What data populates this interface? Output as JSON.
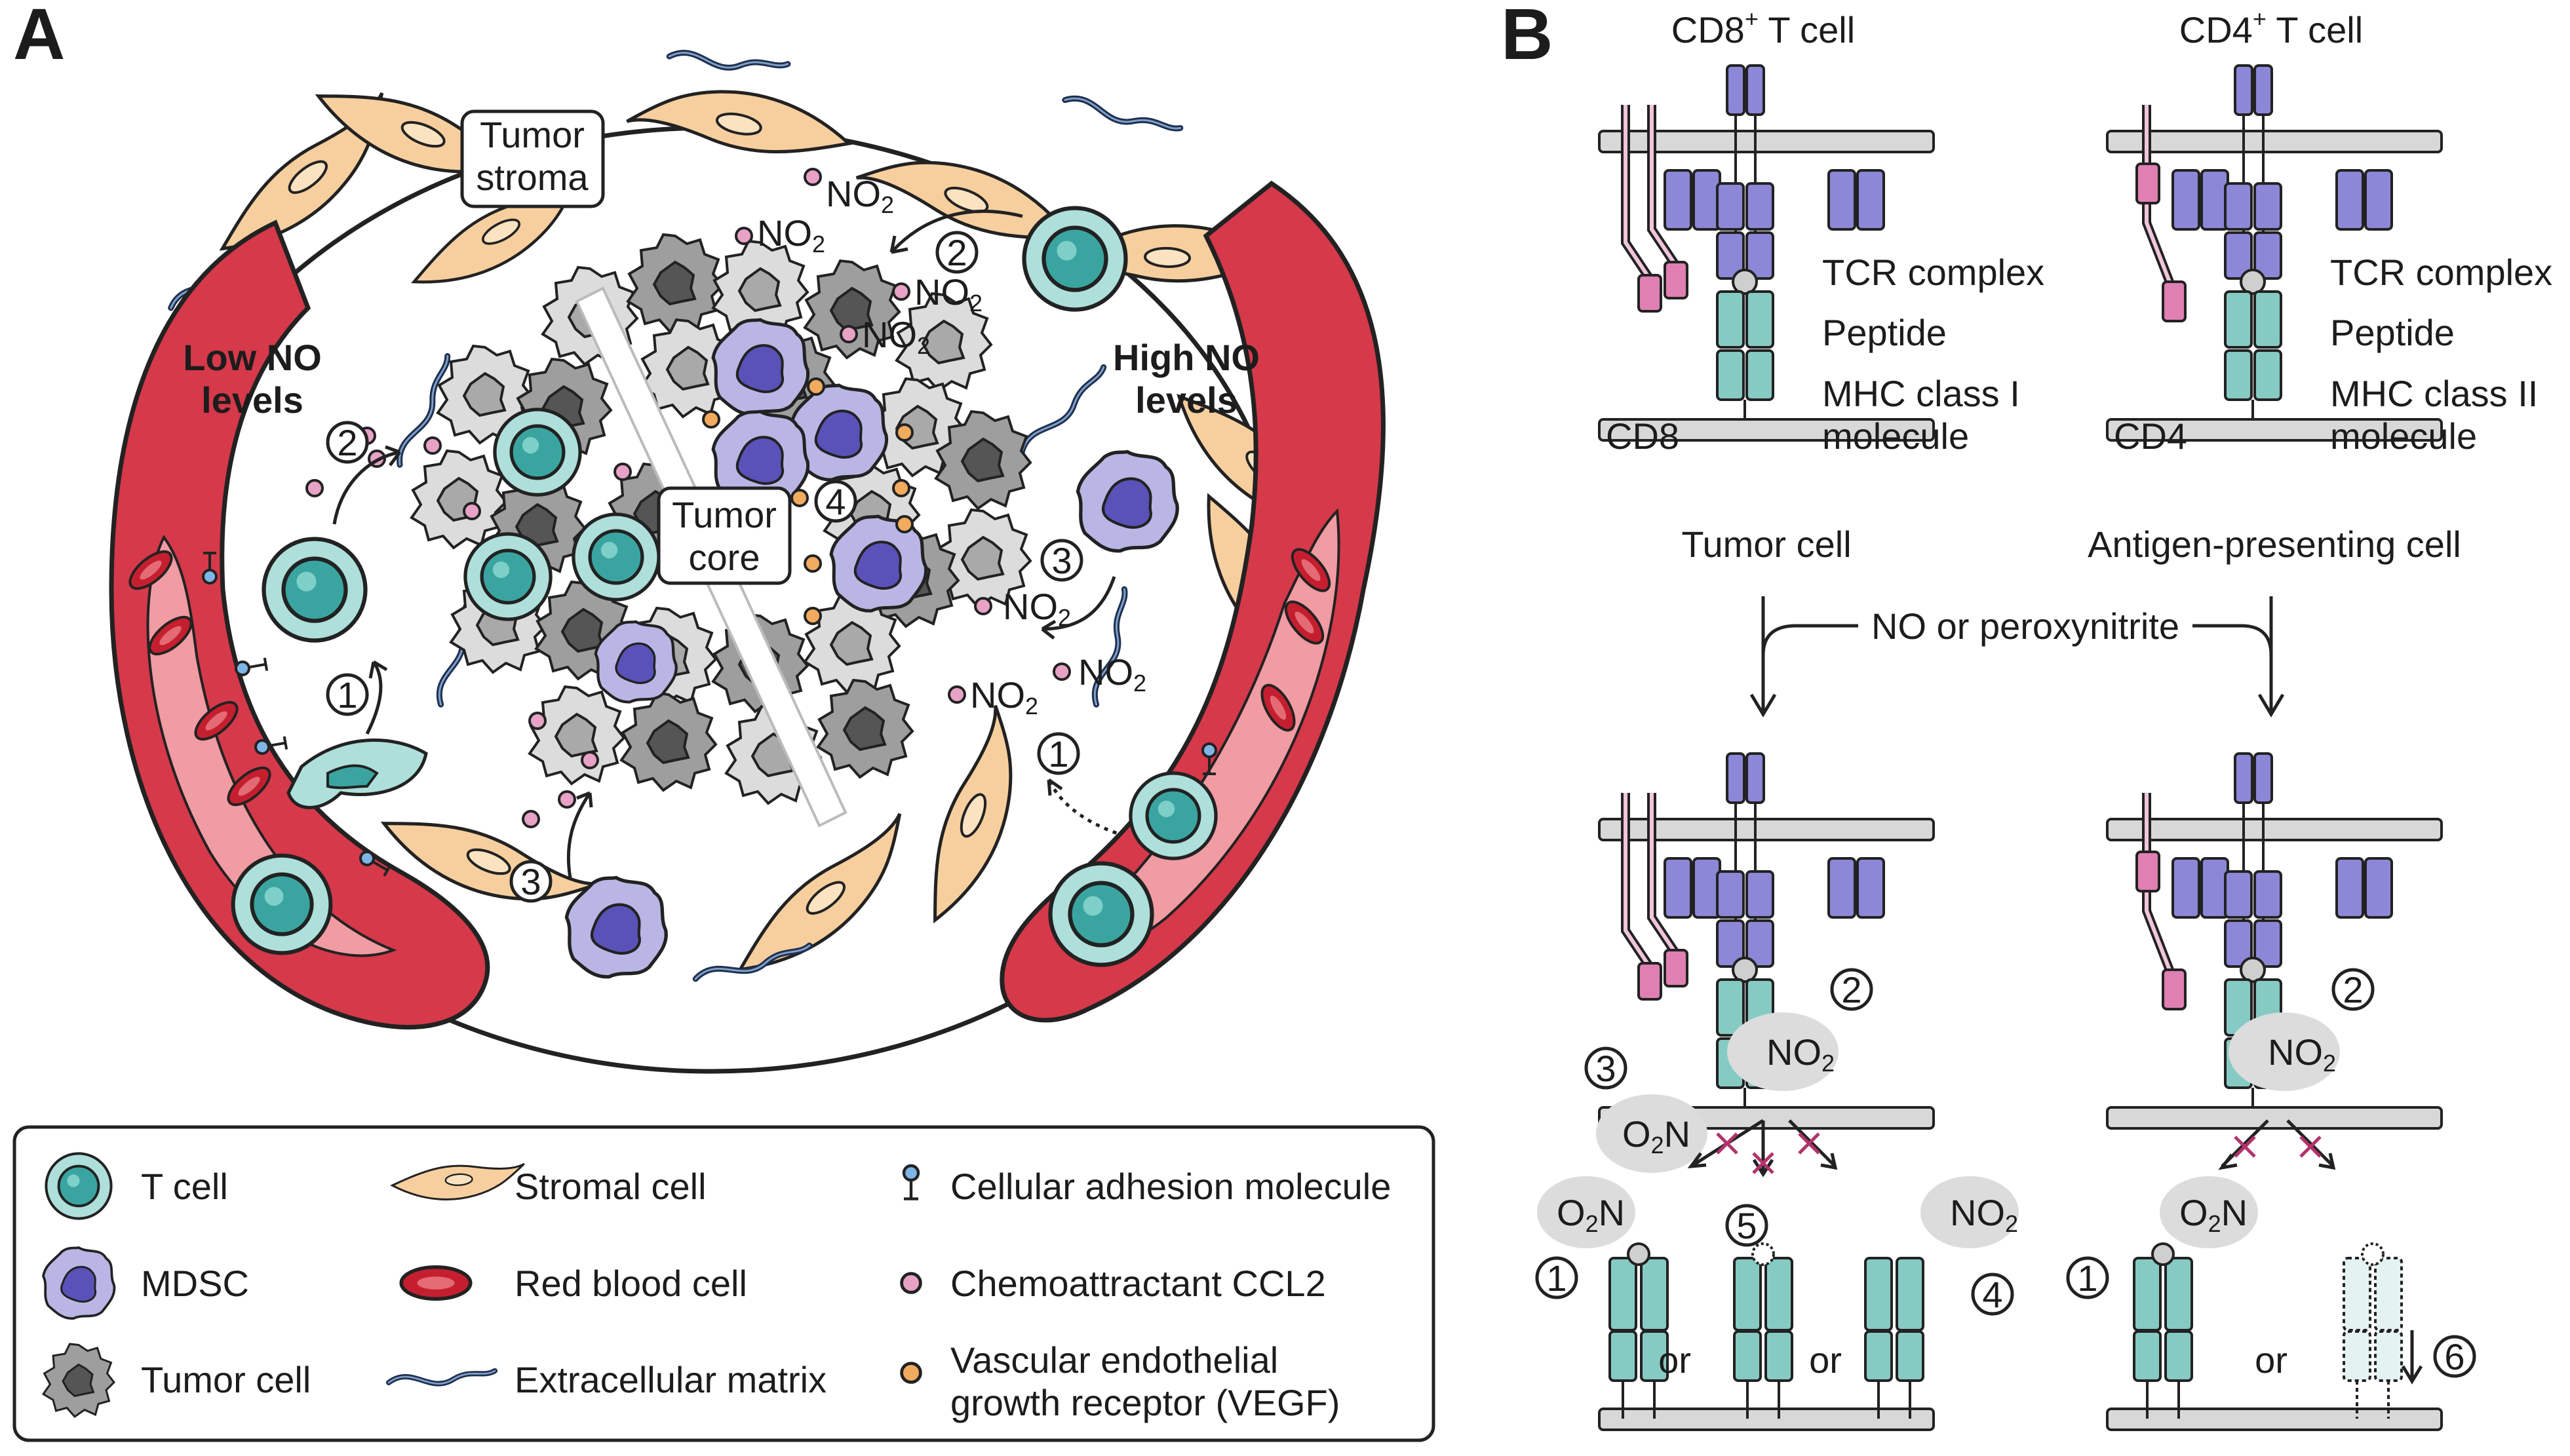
{
  "panel_a": {
    "letter": "A",
    "tumor_stroma": [
      "Tumor",
      "stroma"
    ],
    "tumor_core": [
      "Tumor",
      "core"
    ],
    "low_no": [
      "Low NO",
      "levels"
    ],
    "high_no": [
      "High NO",
      "levels"
    ],
    "no2_main": "NO",
    "no2_sub": "2",
    "step_numbers": [
      "1",
      "2",
      "3",
      "4"
    ]
  },
  "legend": [
    {
      "icon": "t-cell-icon",
      "label": "T cell"
    },
    {
      "icon": "mdsc-icon",
      "label": "MDSC"
    },
    {
      "icon": "tumor-cell-icon",
      "label": "Tumor cell"
    },
    {
      "icon": "stromal-cell-icon",
      "label": "Stromal cell"
    },
    {
      "icon": "red-blood-cell-icon",
      "label": "Red blood cell"
    },
    {
      "icon": "extracellular-matrix-icon",
      "label": "Extracellular matrix"
    },
    {
      "icon": "adhesion-molecule-icon",
      "label": "Cellular adhesion molecule"
    },
    {
      "icon": "ccl2-icon",
      "label": "Chemoattractant CCL2"
    },
    {
      "icon": "vegf-icon",
      "label": "Vascular endothelial",
      "label2": "growth receptor (VEGF)"
    }
  ],
  "panel_b": {
    "letter": "B",
    "cd8_t_cell": {
      "main": "CD8",
      "sup": "+",
      "rest": " T cell"
    },
    "cd4_t_cell": {
      "main": "CD4",
      "sup": "+",
      "rest": " T cell"
    },
    "tcr_complex": "TCR complex",
    "peptide": "Peptide",
    "mhc1": [
      "MHC class I",
      "molecule"
    ],
    "mhc2": [
      "MHC class II",
      "molecule"
    ],
    "cd8": "CD8",
    "cd4": "CD4",
    "tumor_cell": "Tumor cell",
    "apc": "Antigen-presenting cell",
    "no_or_peroxynitrite": "NO or peroxynitrite",
    "o2n_main": "O",
    "o2n_sub": "2",
    "o2n_tail": "N",
    "or": "or",
    "step_numbers": [
      "1",
      "2",
      "3",
      "4",
      "5",
      "6"
    ]
  },
  "colors": {
    "t_cell": "#aedfdb",
    "t_cell_nucleus": "#3aa5a0",
    "mdsc": "#b9b6e6",
    "mdsc_nucleus": "#5a52b8",
    "tumor_light": "#d8d8d8",
    "tumor_dark": "#6a6a6a",
    "stromal": "#f7cf9e",
    "vessel": "#d5394a",
    "rbc": "#c51f2f",
    "ccl2": "#e7a2c6",
    "vegf": "#f0ab5e",
    "tcr": "#8c87d6",
    "mhc": "#86cbc3",
    "cd8": "#e07fb2",
    "membrane": "#d8d8d8",
    "cross": "#b2336c"
  }
}
